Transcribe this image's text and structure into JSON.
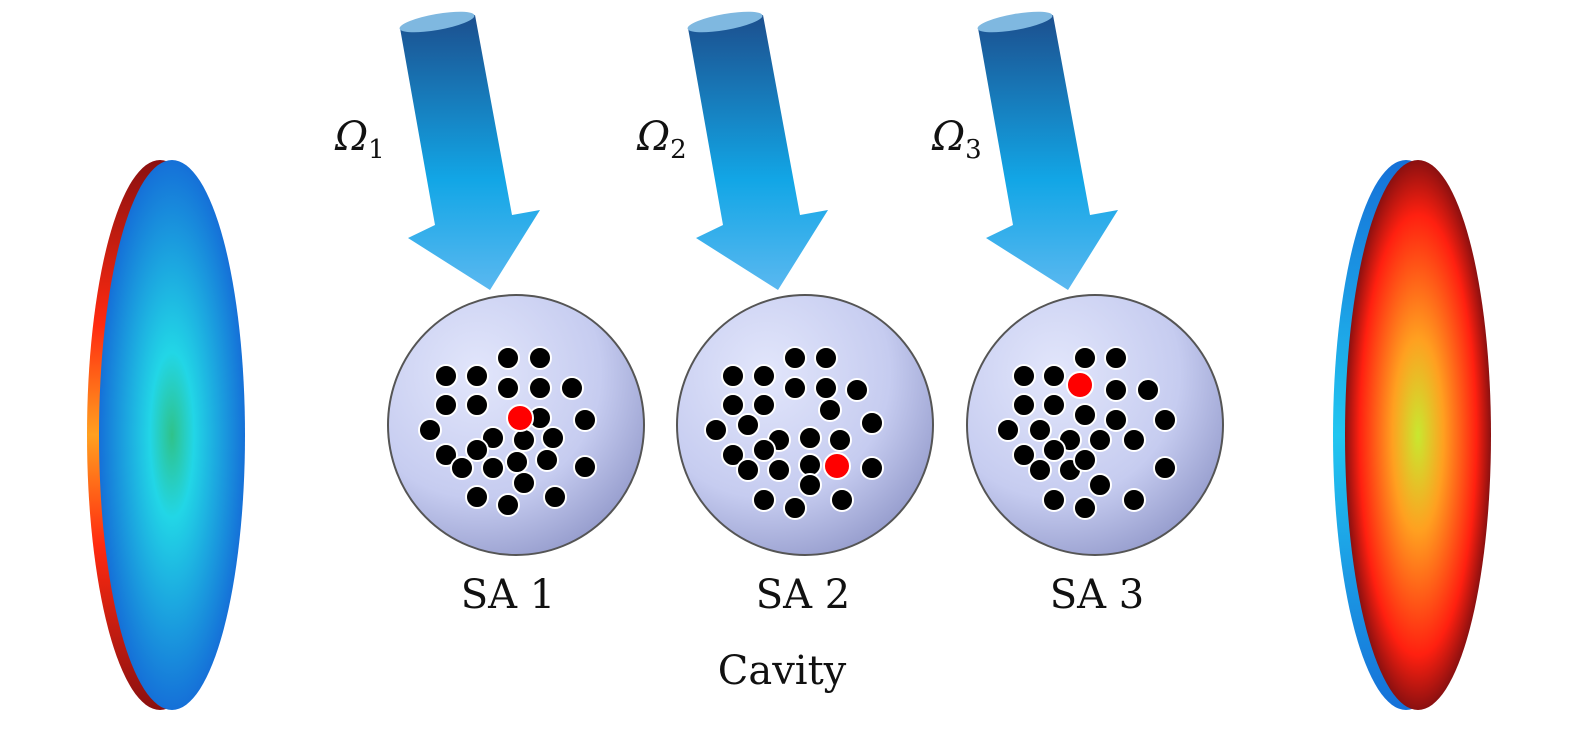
{
  "pumps": [
    {
      "symbol": "Ω",
      "index": "1"
    },
    {
      "symbol": "Ω",
      "index": "2"
    },
    {
      "symbol": "Ω",
      "index": "3"
    }
  ],
  "ensembles": [
    {
      "label": "SA 1"
    },
    {
      "label": "SA 2"
    },
    {
      "label": "SA 3"
    }
  ],
  "cavity_label": "Cavity",
  "colors": {
    "atom": "#000000",
    "excited_atom": "#ff0000",
    "arrow": "#1a9ee0",
    "ensemble": "#c9d0f0"
  }
}
